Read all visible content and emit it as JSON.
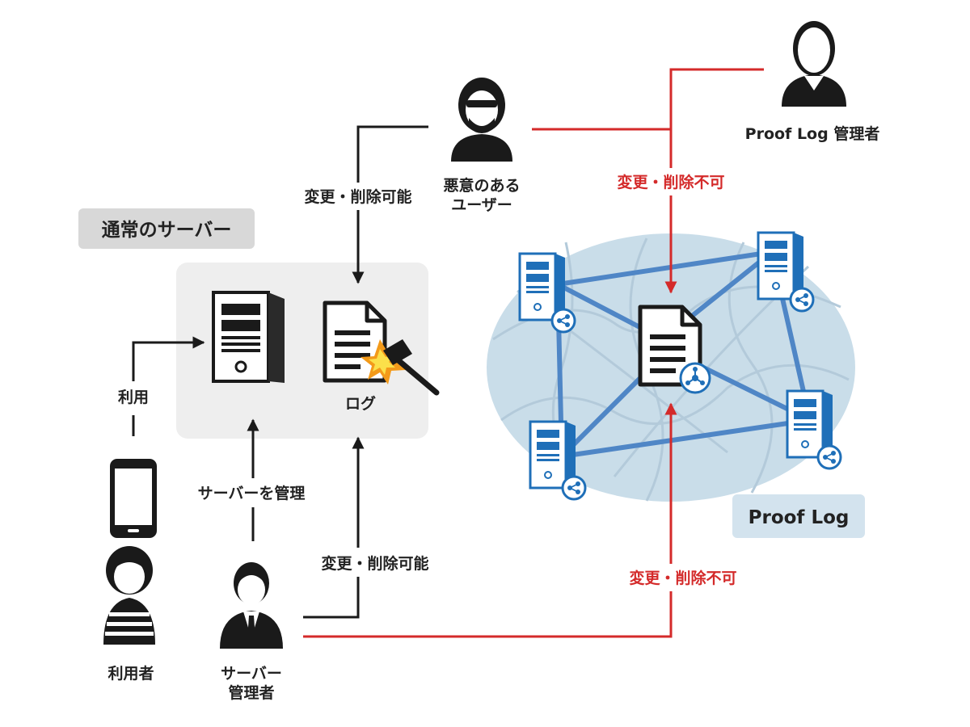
{
  "labels": {
    "normal_server": "通常のサーバー",
    "proof_log": "Proof Log",
    "log": "ログ",
    "malicious_user_line1": "悪意のある",
    "malicious_user_line2": "ユーザー",
    "proof_log_admin": "Proof Log 管理者",
    "can_modify_top": "変更・削除可能",
    "can_modify_bottom": "変更・削除可能",
    "cannot_modify_top": "変更・削除不可",
    "cannot_modify_bottom": "変更・削除不可",
    "use": "利用",
    "manage_server": "サーバーを管理",
    "user": "利用者",
    "server_admin_line1": "サーバー",
    "server_admin_line2": "管理者"
  },
  "colors": {
    "black_arrow": "#1a1a1a",
    "red_arrow": "#d42a2a",
    "server_box": "#eeeeee",
    "network_bg": "#c9dde9",
    "network_link": "#4f86c6",
    "server_blue": "#1f6fb8",
    "label_box": "#d8d8d8",
    "proof_label_box": "#d3e3ee"
  }
}
